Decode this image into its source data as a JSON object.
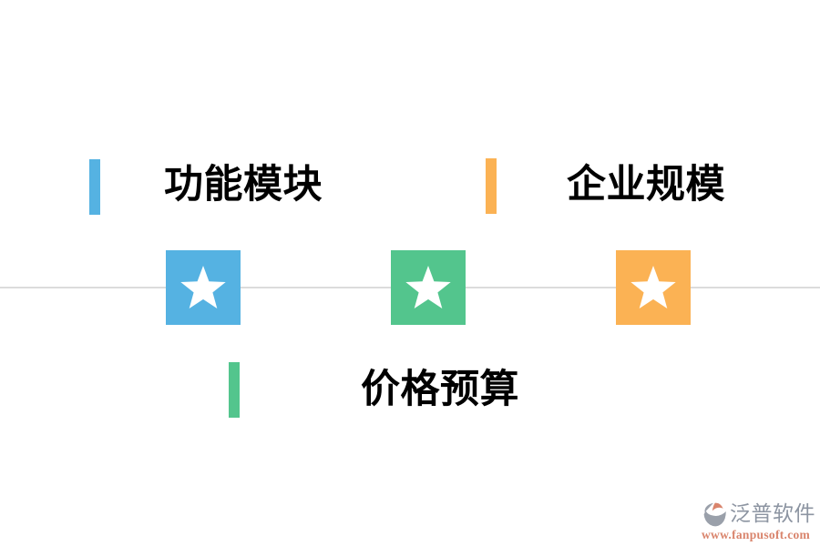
{
  "labels": [
    {
      "id": "function-modules",
      "text": "功能模块",
      "accent": "#55b2e2"
    },
    {
      "id": "enterprise-scale",
      "text": "企业规模",
      "accent": "#fbb254"
    },
    {
      "id": "price-budget",
      "text": "价格预算",
      "accent": "#53c58d"
    }
  ],
  "tiles": [
    {
      "id": "tile-blue",
      "icon": "star-icon",
      "color": "#55b2e2"
    },
    {
      "id": "tile-green",
      "icon": "star-icon",
      "color": "#53c58d"
    },
    {
      "id": "tile-orange",
      "icon": "star-icon",
      "color": "#fbb254"
    }
  ],
  "divider": {
    "color": "#dcdcdc"
  },
  "watermark": {
    "brand": "泛普软件",
    "url": "www.fanpusoft.com",
    "brand_color": "#8d95a2",
    "url_color": "#d9846c",
    "icon": "fanpu-logo-icon",
    "icon_gray": "#9aa0aa",
    "icon_coral": "#d9846c"
  }
}
